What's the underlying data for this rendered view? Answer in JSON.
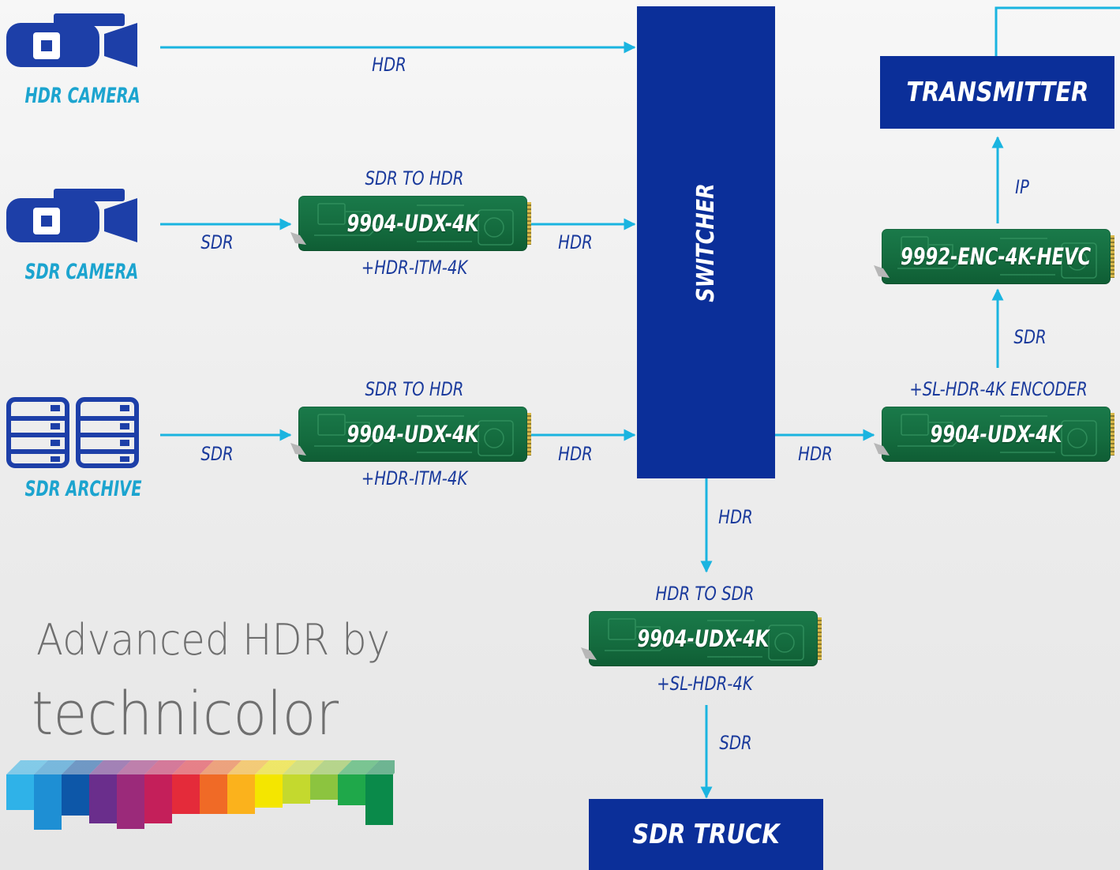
{
  "sources": {
    "hdr_camera": "HDR CAMERA",
    "sdr_camera": "SDR CAMERA",
    "sdr_archive": "SDR ARCHIVE"
  },
  "boxes": {
    "switcher": "SWITCHER",
    "transmitter": "TRANSMITTER",
    "sdr_truck": "SDR TRUCK"
  },
  "cards": {
    "udx_camera": {
      "model": "9904-UDX-4K",
      "top": "SDR TO HDR",
      "bottom": "+HDR-ITM-4K"
    },
    "udx_archive": {
      "model": "9904-UDX-4K",
      "top": "SDR TO HDR",
      "bottom": "+HDR-ITM-4K"
    },
    "udx_output": {
      "model": "9904-UDX-4K",
      "top": "HDR TO SDR",
      "bottom": "+SL-HDR-4K"
    },
    "udx_encoder": {
      "model": "9904-UDX-4K",
      "top": "+SL-HDR-4K ENCODER"
    },
    "enc_hevc": {
      "model": "9992-ENC-4K-HEVC"
    }
  },
  "signals": {
    "hdr_camera_out": "HDR",
    "sdr_camera_out": "SDR",
    "sdr_camera_card_out": "HDR",
    "archive_out": "SDR",
    "archive_card_out": "HDR",
    "switcher_right_out": "HDR",
    "switcher_down_out": "HDR",
    "output_card_out": "SDR",
    "encoder_card_out": "SDR",
    "hevc_out": "IP"
  },
  "branding": {
    "line1": "Advanced HDR by",
    "line2": "technicolor",
    "stripe_colors": [
      "#2fb2e8",
      "#1e8fd4",
      "#0d57a8",
      "#6a2e8c",
      "#9b2a7a",
      "#c41f5a",
      "#e42b3a",
      "#f06a26",
      "#fbb21c",
      "#f4e600",
      "#c4d92e",
      "#8cc43f",
      "#1fa84a",
      "#0a8a4a"
    ]
  },
  "colors": {
    "navy": "#0b2f99",
    "icon_blue": "#1d3fa8",
    "accent_cyan": "#1ab4e0",
    "card_green": "#146b3e"
  }
}
